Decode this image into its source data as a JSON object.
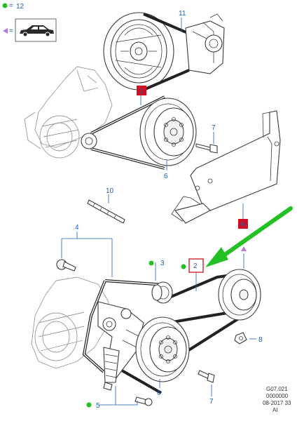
{
  "legend": {
    "qty_marker_label": "12",
    "vehicle_marker_icon": "car-side-icon"
  },
  "callouts": [
    {
      "id": "c11",
      "text": "11"
    },
    {
      "id": "c1",
      "text": "1"
    },
    {
      "id": "c7a",
      "text": "7"
    },
    {
      "id": "c6a",
      "text": "6"
    },
    {
      "id": "c9",
      "text": "9"
    },
    {
      "id": "c10",
      "text": "10"
    },
    {
      "id": "c4",
      "text": "4"
    },
    {
      "id": "c3",
      "text": "3"
    },
    {
      "id": "c2",
      "text": "2"
    },
    {
      "id": "c8",
      "text": "8"
    },
    {
      "id": "c7b",
      "text": "7"
    },
    {
      "id": "c6b",
      "text": "6"
    },
    {
      "id": "c5",
      "text": "5"
    }
  ],
  "footer": {
    "line1": "G07.021",
    "line2": "0000000",
    "line3": "08-2017 33",
    "line4": "AI"
  },
  "colors": {
    "callout": "#1a5fb4",
    "red_box": "#d01020",
    "green": "#22c022",
    "purple": "#b07ce0"
  },
  "icons": [
    "green-dot-icon",
    "purple-triangle-icon",
    "car-side-icon",
    "arrow-icon"
  ]
}
